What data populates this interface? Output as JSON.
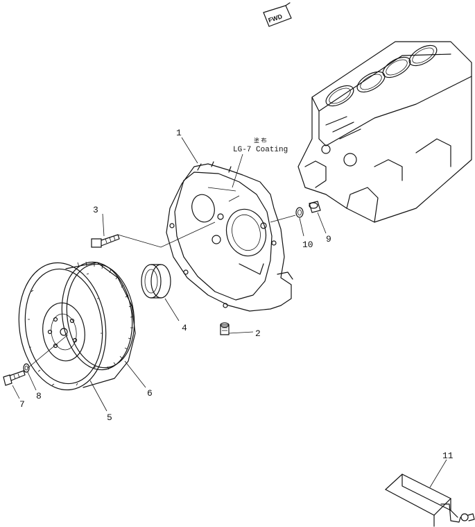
{
  "fwd_mark": "FWD",
  "coating_note": {
    "japanese": "塗 布",
    "english": "LG-7 Coating"
  },
  "callouts": [
    {
      "id": "1",
      "label": "1"
    },
    {
      "id": "2",
      "label": "2"
    },
    {
      "id": "3",
      "label": "3"
    },
    {
      "id": "4",
      "label": "4"
    },
    {
      "id": "5",
      "label": "5"
    },
    {
      "id": "6",
      "label": "6"
    },
    {
      "id": "7",
      "label": "7"
    },
    {
      "id": "8",
      "label": "8"
    },
    {
      "id": "9",
      "label": "9"
    },
    {
      "id": "10",
      "label": "10"
    },
    {
      "id": "11",
      "label": "11"
    }
  ]
}
